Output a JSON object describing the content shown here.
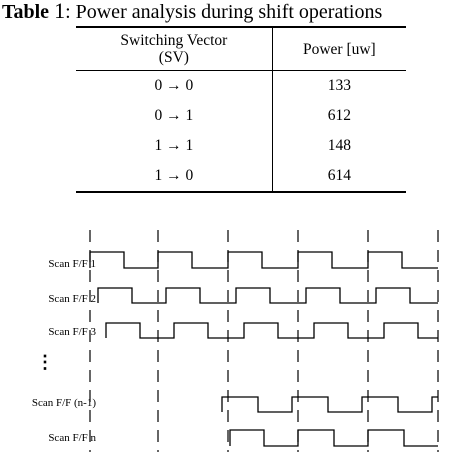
{
  "table": {
    "caption_label": "Table",
    "caption_number": "1",
    "caption_text": ": Power analysis during shift operations",
    "col_vector_line1": "Switching Vector",
    "col_vector_line2": "(SV)",
    "col_power": "Power [uw]",
    "rows": [
      {
        "vector": "0 → 0",
        "power": "133"
      },
      {
        "vector": "0 → 1",
        "power": "612"
      },
      {
        "vector": "1 → 1",
        "power": "148"
      },
      {
        "vector": "1 → 0",
        "power": "614"
      }
    ]
  },
  "timing": {
    "signals": [
      {
        "name": "Scan F/F 1"
      },
      {
        "name": "Scan F/F 2"
      },
      {
        "name": "Scan F/F 3"
      },
      {
        "name": "Scan F/F (n-1)"
      },
      {
        "name": "Scan F/F n"
      }
    ],
    "ellipsis": "⋮"
  }
}
